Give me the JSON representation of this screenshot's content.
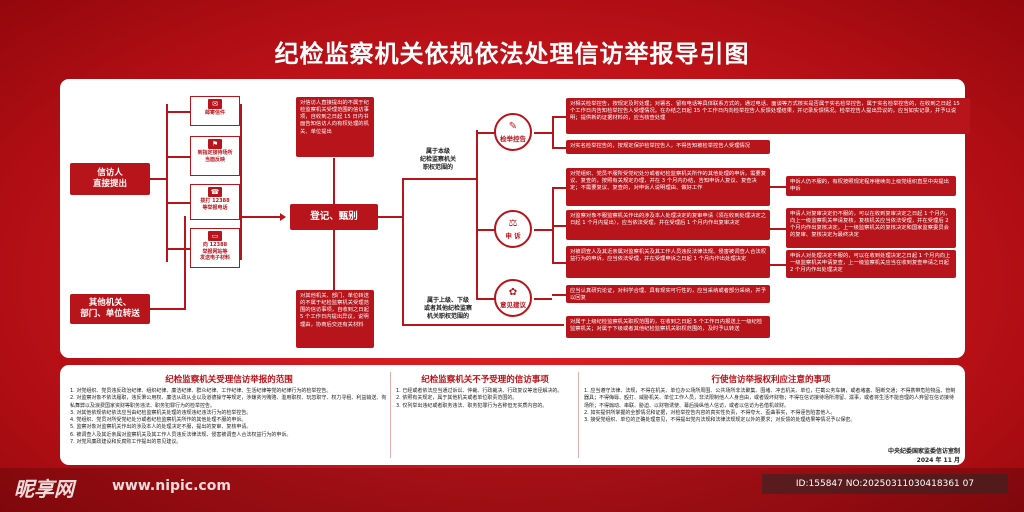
{
  "title": "纪检监察机关依规依法处理信访举报导引图",
  "left": {
    "petitioner": "信访人\n直接提出",
    "others": "其他机关、\n部门、单位转送"
  },
  "channels": [
    {
      "icon": "envelope-icon",
      "label": "邮寄信件"
    },
    {
      "icon": "person-icon",
      "label": "到指定接待场所\n当面反映"
    },
    {
      "icon": "phone-icon",
      "label": "拨打 12388\n等举报电话"
    },
    {
      "icon": "computer-icon",
      "label": "向 12388\n举报网站等\n发送电子材料"
    }
  ],
  "center": {
    "register": "登记、甄别",
    "top_note": "对信访人直接提出的不属于纪检监察机关受理范围的信访事项，自收到之日起 15 日内书面告知信访人向有权处理的机关、单位提出",
    "bottom_note": "对其他机关、部门、单位转送的不属于纪检监察机关受理范围的信访事项，自收到之日起 5 个工作日内提出异议，说明理由，协商后交还有关材料"
  },
  "branch": {
    "upper": "属于本级\n纪检监察机关\n职权范围的",
    "lower": "属于上级、下级\n或者其他纪检监察\n机关职权范围的"
  },
  "categories": [
    {
      "icon": "report-icon",
      "label": "检举控告",
      "boxes": [
        "对相关检举控告，按规定及时处理；对署名、留有电话等具体联系方式的，通过电话、面谈等方式核实是否属于实名检举控告，属于实名检举控告的，在收到之日起 15 个工作日内告知检举控告人受理情况。在办结之日起 15 个工作日内向检举控告人反馈处理结果，并记录反馈情况。检举控告人提出异议的，应当如实记录，并予以说明；提供新的证据材料的，应当核查处理",
        "对实名检举控告的，按规定保护检举控告人，不得告知被检举控告人受理情况"
      ]
    },
    {
      "icon": "appeal-icon",
      "label": "申 诉",
      "boxes": [
        "对党组织、党员不服所受党纪处分或者纪检监察机关所作的其他处理的申诉，需要复议、复查的，按照有关规定办理，并在 3 个月内办结，告知申诉人复议、复查决定；不需要复议、复查的，对申诉人说明理由、做好工作",
        "对监察对象不服监察机关作出的涉及本人处理决定的复审申请（须在收到处理决定之日起 1 个月内提出），应当依法受理，并在受理后 1 个月内作出复审决定",
        "对被调查人及其近亲属对监察机关及其工作人员违反法律法规、侵害被调查人合法权益行为的申诉，应当依法受理，并在受理申诉之日起 1 个月内作出处理决定"
      ],
      "side": [
        "申诉人仍不服的，有权按照规定程序继续向上级党组织直至中央提出申诉",
        "申请人对复审决定仍不服的，可以在收到复审决定之日起 1 个月内，向上一级监察机关申请复核，复核机关应当依法受理，并在受理后 2 个月内作出复核决定。上一级监察机关的复核决定和国家监察委员会的复审、复核决定为最终决定",
        "申诉人对处理决定不服的，可以在收到处理决定之日起 1 个月内向上一级监察机关申请复查，上一级监察机关应当在收到复查申请之日起 2 个月内作出处理决定"
      ]
    },
    {
      "icon": "suggestion-icon",
      "label": "意见建议",
      "boxes": [
        "应当认真研究论证，对科学合理、具有现实可行性的，应当采纳或者部分采纳，并予以回复"
      ]
    }
  ],
  "transfer": "对属于上级纪检监察机关职权范围的，在收到之日起 5 个工作日内报送上一级纪检监察机关；对属于下级或者其他纪检监察机关职权范围的，及时予以转送",
  "bottom": [
    {
      "title": "纪检监察机关受理信访举报的范围",
      "items": [
        "1. 对党组织、党员违反政治纪律、组织纪律、廉洁纪律、群众纪律、工作纪律、生活纪律等党的纪律行为的检举控告。",
        "2. 对监察对象不依法履职，违反秉公用权、廉洁从政从业以及道德操守等规定，涉嫌贪污贿赂、滥用职权、玩忽职守、权力寻租、利益输送、徇私舞弊以及浪费国家资财等职务违法、职务犯罪行为的检举控告。",
        "3. 对其他依规依纪依法应当由纪检监察机关处理的违规违纪违法行为的检举控告。",
        "4. 党组织、党员对所受党纪处分或者纪检监察机关所作的其他处理不服的申诉。",
        "5. 监察对象对监察机关作出的涉及本人的处理决定不服，提出的复审、复核申请。",
        "6. 被调查人及其近亲属对监察机关及其工作人员违反法律法规、侵害被调查人合法权益行为的申诉。",
        "7. 对党风廉政建设和反腐败工作提出的意见建议。"
      ]
    },
    {
      "title": "纪检监察机关不予受理的信访事项",
      "items": [
        "1. 已经或者依法应当通过诉讼、仲裁、行政裁决、行政复议等途径解决的。",
        "2. 依照有关规定，属于其他机关或者单位职责范围的。",
        "3. 仅列举出违纪或者职务违法、职务犯罪行为名称但无实质内容的。"
      ]
    },
    {
      "title": "行使信访举报权利应注意的事项",
      "items": [
        "1. 应当遵守法律、法规，不得在机关、单位办公场所周围、公共场所非法聚集、围堵、冲击机关、单位，拦截公务车辆，或者堵塞、阻断交通；不得携带危险物品、管制器具；不得侮辱、殴打、威胁机关、单位工作人员，非法限制他人人身自由，或者毁坏财物；不得在信访接待场所滞留、滋事，或者将生活不能自理的人弃留在信访接待场所；不得煽动、串联、胁迫、以财物诱使、幕后操纵他人信访，或者以信访为名借机敛财。",
        "2. 如实提供所掌握的全部情况和证据，对检举控告内容的真实性负责，不得夸大、歪曲事实，不得诬告陷害他人。",
        "3. 接受党组织、单位的正确处理意见，不得提出党内法规和法律法规规定以外的要求；对反馈的处理结果等情况予以保密。"
      ],
      "sign": "中央纪委国家监委信访室制",
      "date": "2024 年 11 月"
    }
  ],
  "watermark": {
    "logo": "昵享网",
    "url": "www.nipic.com",
    "id": "ID:155847 NO:20250311030418361 07"
  }
}
